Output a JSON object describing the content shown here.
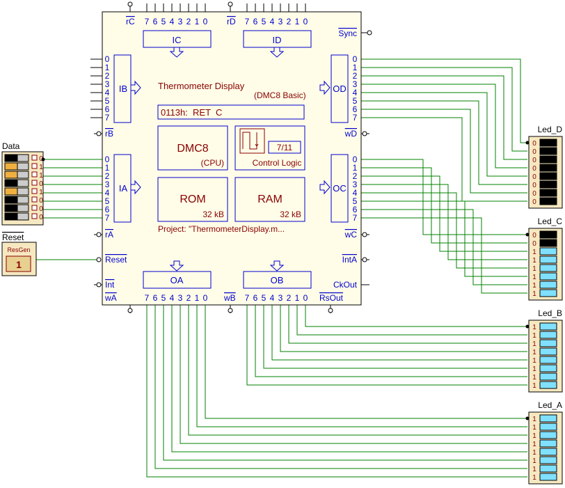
{
  "title": "Thermometer Display",
  "subtitle": "(DMC8 Basic)",
  "instruction": "0113h:  RET  C",
  "cpu": {
    "name": "DMC8",
    "sub": "(CPU)"
  },
  "control": {
    "label": "Control Logic",
    "counter": "7/11"
  },
  "rom": {
    "name": "ROM",
    "size": "32 kB"
  },
  "ram": {
    "name": "RAM",
    "size": "32 kB"
  },
  "project": "Project: \"ThermometerDisplay.m...",
  "ports": {
    "IC": "IC",
    "ID": "ID",
    "IB": "IB",
    "IA": "IA",
    "OD": "OD",
    "OC": "OC",
    "OA": "OA",
    "OB": "OB"
  },
  "pins": {
    "rC": "rC",
    "rD": "rD",
    "rB": "rB",
    "rA": "rA",
    "wD": "wD",
    "wC": "wC",
    "wA": "wA",
    "wB": "wB",
    "sync": "Sync",
    "reset": "Reset",
    "int": "Int",
    "intA": "IntA",
    "ckout": "CkOut",
    "rsout": "RsOut"
  },
  "bit_labels_desc": [
    "7",
    "6",
    "5",
    "4",
    "3",
    "2",
    "1",
    "0"
  ],
  "bit_labels_asc": [
    "0",
    "1",
    "2",
    "3",
    "4",
    "5",
    "6",
    "7"
  ],
  "data_switch": {
    "label": "Data",
    "values": [
      "0",
      "1",
      "1",
      "0",
      "1",
      "0",
      "0",
      "0"
    ]
  },
  "reset_block": {
    "label": "Reset",
    "button": "ResGen",
    "value": "1"
  },
  "leds": [
    {
      "label": "Led_D",
      "values": [
        "0",
        "0",
        "0",
        "0",
        "0",
        "0",
        "0",
        "0"
      ]
    },
    {
      "label": "Led_C",
      "values": [
        "0",
        "0",
        "1",
        "1",
        "1",
        "1",
        "1",
        "1"
      ]
    },
    {
      "label": "Led_B",
      "values": [
        "1",
        "1",
        "1",
        "1",
        "1",
        "1",
        "1",
        "1"
      ]
    },
    {
      "label": "Led_A",
      "values": [
        "1",
        "1",
        "1",
        "1",
        "1",
        "1",
        "1",
        "1"
      ]
    }
  ],
  "colors": {
    "chip_bg": "#fffde8",
    "text_blue": "#0000cc",
    "text_red": "#880000",
    "wire_green": "#008000",
    "led_on": "#80e0ff",
    "led_off": "#000000",
    "switch_on": "#f0b040",
    "panel_bg": "#f6e8c0"
  }
}
